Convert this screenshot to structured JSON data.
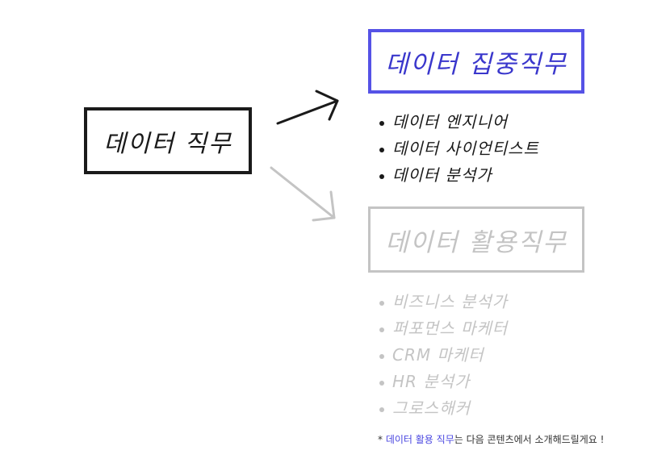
{
  "main_box": {
    "label": "데이터 직무"
  },
  "focus_box": {
    "label": "데이터 집중직무",
    "color": "#5552e6"
  },
  "focus_list": [
    "데이터 엔지니어",
    "데이터 사이언티스트",
    "데이터 분석가"
  ],
  "apply_box": {
    "label": "데이터 활용직무",
    "color": "#c4c4c4"
  },
  "apply_list": [
    "비즈니스 분석가",
    "퍼포먼스 마케터",
    "CRM 마케터",
    "HR 분석가",
    "그로스해커"
  ],
  "footnote": {
    "prefix": "* ",
    "highlight": "데이터 활용 직무",
    "suffix": "는 다음 콘텐츠에서 소개해드릴게요 !"
  }
}
